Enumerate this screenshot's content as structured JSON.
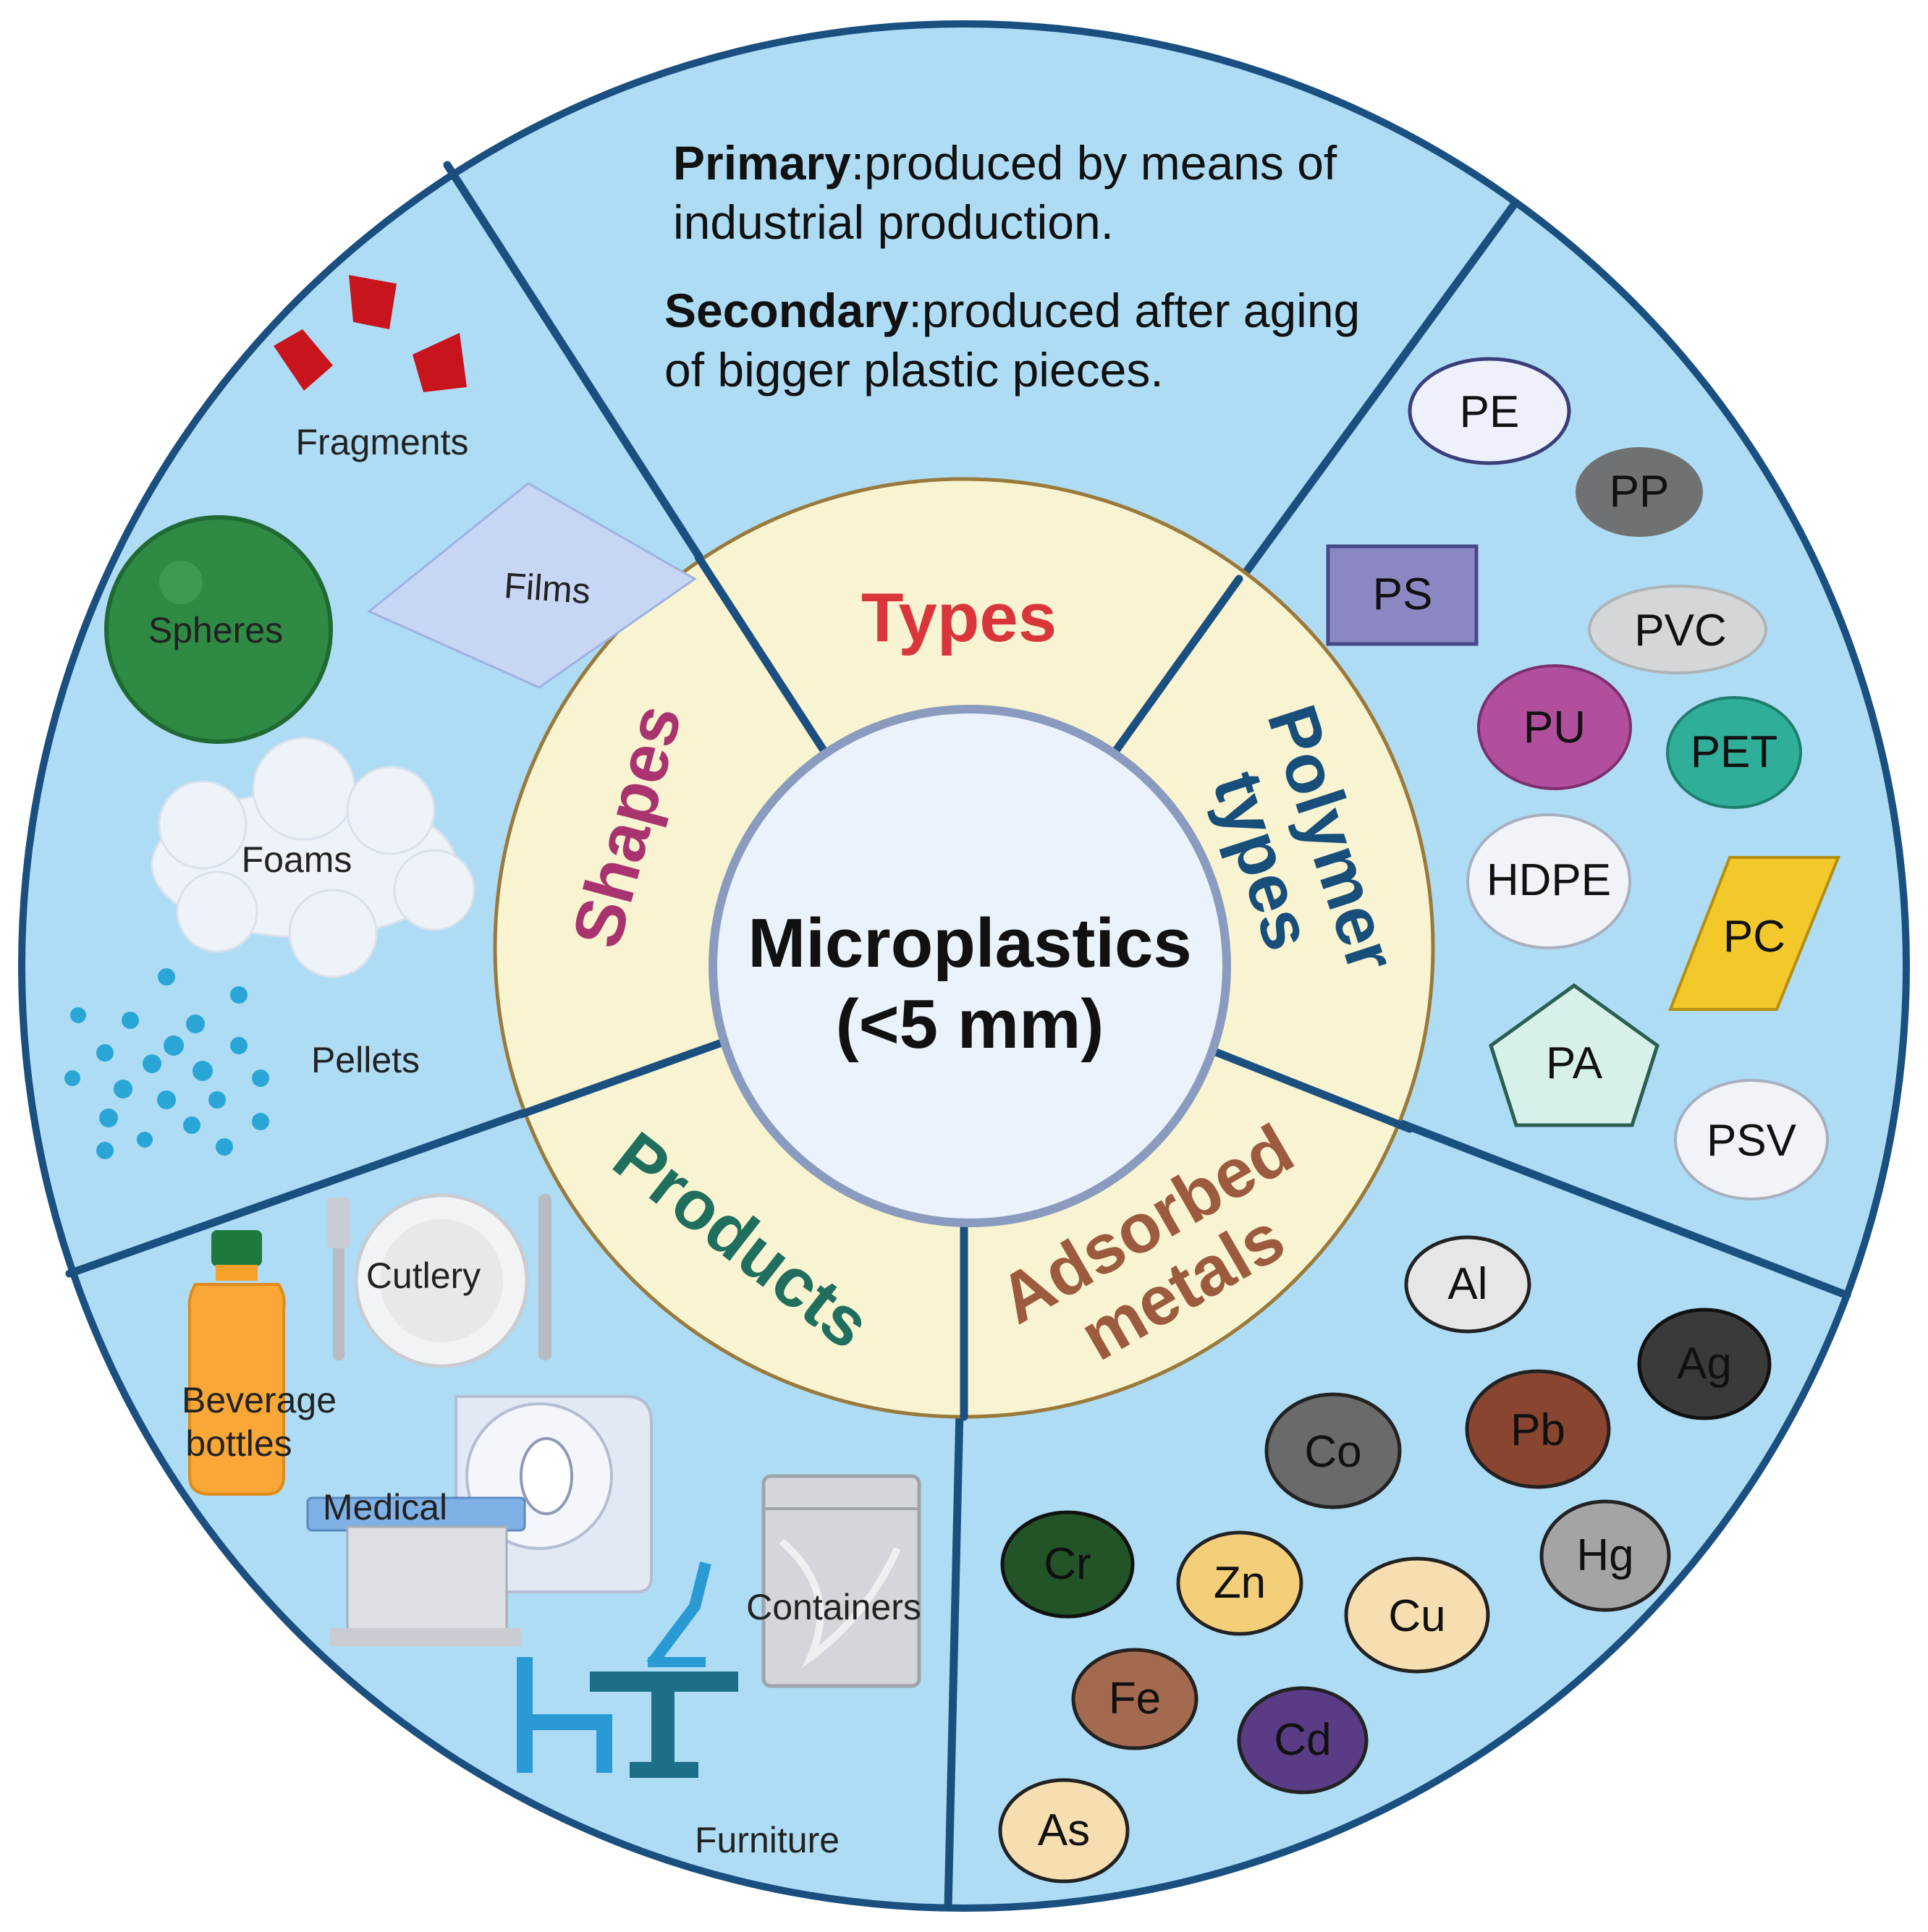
{
  "center": {
    "title_line1": "Microplastics",
    "title_line2": "(<5 mm)"
  },
  "sectors": {
    "types": "Types",
    "shapes": "Shapes",
    "polymer_line1": "Polymer",
    "polymer_line2": "types",
    "products": "Products",
    "metals_line1": "Adsorbed",
    "metals_line2": "metals"
  },
  "types_text": {
    "primary_label": "Primary",
    "primary_line1": ":produced by means of",
    "primary_line2": "industrial production.",
    "secondary_label": "Secondary",
    "secondary_line1": ":produced after aging",
    "secondary_line2": "of bigger plastic pieces."
  },
  "shapes": {
    "fragments": "Fragments",
    "films": "Films",
    "spheres": "Spheres",
    "foams": "Foams",
    "pellets": "Pellets"
  },
  "polymers": {
    "pe": "PE",
    "pp": "PP",
    "ps": "PS",
    "pvc": "PVC",
    "pu": "PU",
    "pet": "PET",
    "hdpe": "HDPE",
    "pc": "PC",
    "pa": "PA",
    "psv": "PSV"
  },
  "products": {
    "cutlery": "Cutlery",
    "beverage_line1": "Beverage",
    "beverage_line2": "bottles",
    "medical": "Medical",
    "containers": "Containers",
    "furniture": "Furniture"
  },
  "metals": {
    "al": "Al",
    "ag": "Ag",
    "pb": "Pb",
    "co": "Co",
    "hg": "Hg",
    "cr": "Cr",
    "zn": "Zn",
    "cu": "Cu",
    "fe": "Fe",
    "cd": "Cd",
    "as": "As"
  },
  "colors": {
    "outer_ring": "#aedcf4",
    "ring_border": "#1a4f80",
    "inner_ring": "#f8f3d0",
    "types_title": "#d8363a",
    "shapes_title": "#a8336e",
    "polymer_title": "#174e7a",
    "products_title": "#1f6e5e",
    "metals_title": "#9c5a3e"
  }
}
